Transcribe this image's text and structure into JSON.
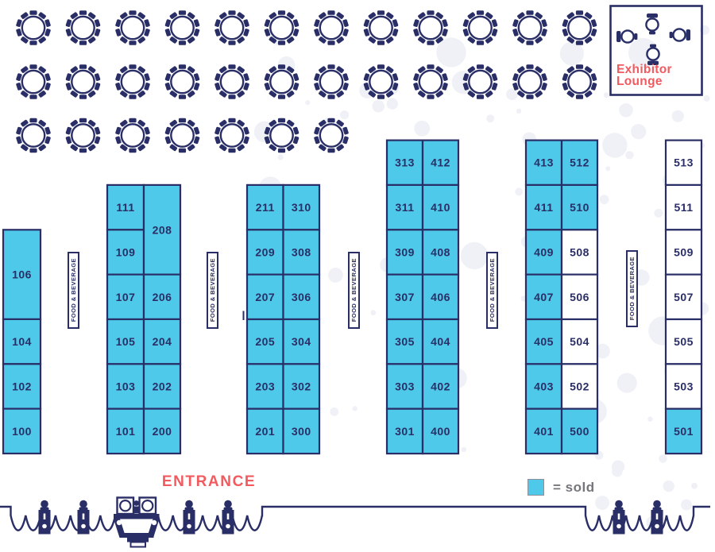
{
  "colors": {
    "navy": "#2A2E66",
    "sold_fill": "#4EC9EA",
    "accent_coral": "#F15A5F",
    "legend_text_gray": "#74767B",
    "halftone_dot": "#EFF1F7"
  },
  "labels": {
    "entrance": "ENTRANCE",
    "food_beverage": "FOOD & BEVERAGE",
    "legend_sold": "= sold"
  },
  "lounge": {
    "line1": "Exhibitor",
    "line2": "Lounge",
    "chair_count": 4
  },
  "floor": {
    "table_rows": [
      {
        "count": 12
      },
      {
        "count": 12
      },
      {
        "count": 7
      }
    ],
    "greeter_podium_count": 6,
    "food_beverage_sign_count": 5
  },
  "booth_columns": [
    {
      "name": "col-100s",
      "stacks": [
        [
          {
            "n": "106",
            "sold": true,
            "units": 2
          },
          {
            "n": "104",
            "sold": true
          },
          {
            "n": "102",
            "sold": true
          },
          {
            "n": "100",
            "sold": true
          }
        ]
      ]
    },
    {
      "name": "col-100-200",
      "stacks": [
        [
          {
            "n": "111",
            "sold": true
          },
          {
            "n": "109",
            "sold": true
          },
          {
            "n": "107",
            "sold": true
          },
          {
            "n": "105",
            "sold": true
          },
          {
            "n": "103",
            "sold": true
          },
          {
            "n": "101",
            "sold": true
          }
        ],
        [
          {
            "n": "208",
            "sold": true,
            "units": 2
          },
          {
            "n": "206",
            "sold": true
          },
          {
            "n": "204",
            "sold": true
          },
          {
            "n": "202",
            "sold": true
          },
          {
            "n": "200",
            "sold": true
          }
        ]
      ]
    },
    {
      "name": "col-200-300",
      "stacks": [
        [
          {
            "n": "211",
            "sold": true
          },
          {
            "n": "209",
            "sold": true
          },
          {
            "n": "207",
            "sold": true
          },
          {
            "n": "205",
            "sold": true
          },
          {
            "n": "203",
            "sold": true
          },
          {
            "n": "201",
            "sold": true
          }
        ],
        [
          {
            "n": "310",
            "sold": true
          },
          {
            "n": "308",
            "sold": true
          },
          {
            "n": "306",
            "sold": true
          },
          {
            "n": "304",
            "sold": true
          },
          {
            "n": "302",
            "sold": true
          },
          {
            "n": "300",
            "sold": true
          }
        ]
      ]
    },
    {
      "name": "col-300-400",
      "stacks": [
        [
          {
            "n": "313",
            "sold": true
          },
          {
            "n": "311",
            "sold": true
          },
          {
            "n": "309",
            "sold": true
          },
          {
            "n": "307",
            "sold": true
          },
          {
            "n": "305",
            "sold": true
          },
          {
            "n": "303",
            "sold": true
          },
          {
            "n": "301",
            "sold": true
          }
        ],
        [
          {
            "n": "412",
            "sold": true
          },
          {
            "n": "410",
            "sold": true
          },
          {
            "n": "408",
            "sold": true
          },
          {
            "n": "406",
            "sold": true
          },
          {
            "n": "404",
            "sold": true
          },
          {
            "n": "402",
            "sold": true
          },
          {
            "n": "400",
            "sold": true
          }
        ]
      ]
    },
    {
      "name": "col-400-500",
      "stacks": [
        [
          {
            "n": "413",
            "sold": true
          },
          {
            "n": "411",
            "sold": true
          },
          {
            "n": "409",
            "sold": true
          },
          {
            "n": "407",
            "sold": true
          },
          {
            "n": "405",
            "sold": true
          },
          {
            "n": "403",
            "sold": true
          },
          {
            "n": "401",
            "sold": true
          }
        ],
        [
          {
            "n": "512",
            "sold": true
          },
          {
            "n": "510",
            "sold": true
          },
          {
            "n": "508",
            "sold": false
          },
          {
            "n": "506",
            "sold": false
          },
          {
            "n": "504",
            "sold": false
          },
          {
            "n": "502",
            "sold": false
          },
          {
            "n": "500",
            "sold": true
          }
        ]
      ]
    },
    {
      "name": "col-500s",
      "stacks": [
        [
          {
            "n": "513",
            "sold": false
          },
          {
            "n": "511",
            "sold": false
          },
          {
            "n": "509",
            "sold": false
          },
          {
            "n": "507",
            "sold": false
          },
          {
            "n": "505",
            "sold": false
          },
          {
            "n": "503",
            "sold": false
          },
          {
            "n": "501",
            "sold": true
          }
        ]
      ]
    }
  ]
}
